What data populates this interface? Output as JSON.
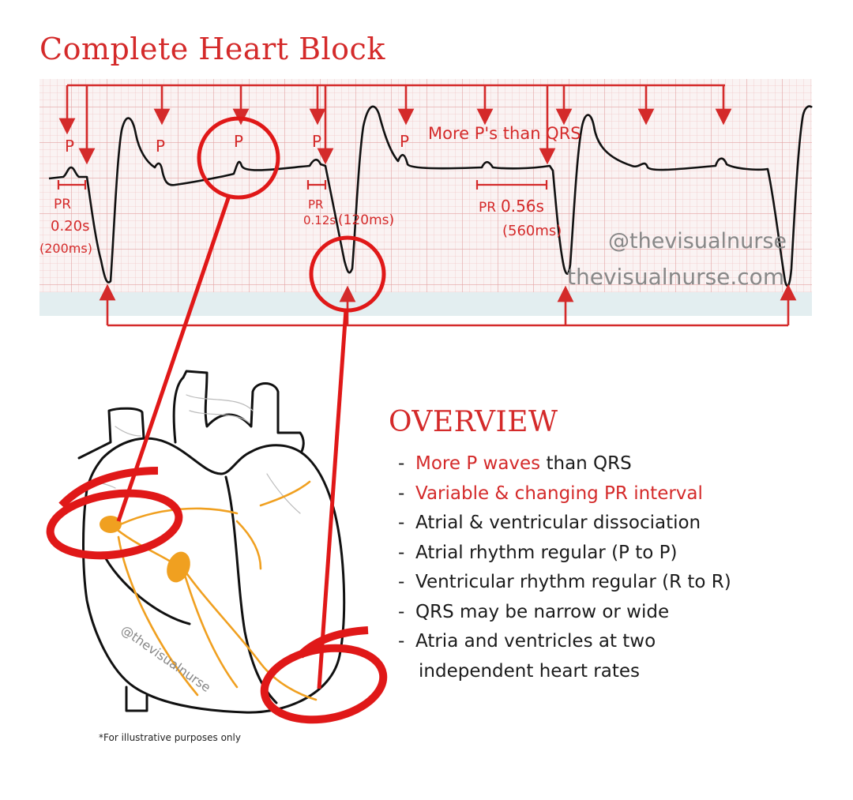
{
  "title": "Complete Heart Block",
  "ecg": {
    "p_labels": [
      "P",
      "P",
      "P",
      "P",
      "P"
    ],
    "more_p_label": "More P's than QRS",
    "pr_intervals": [
      {
        "label": "PR",
        "seconds": "0.20s",
        "ms": "(200ms)"
      },
      {
        "label": "PR",
        "seconds": "0.12s",
        "ms": "(120ms)"
      },
      {
        "label": "PR",
        "seconds": "0.56s",
        "ms": "(560ms)"
      }
    ],
    "watermark_handle": "@thevisualnurse",
    "watermark_url": "thevisualnurse.com"
  },
  "heart": {
    "watermark": "@thevisualnurse",
    "footnote": "*For illustrative purposes only"
  },
  "overview": {
    "heading": "OVERVIEW",
    "items": [
      {
        "highlight": "More P waves",
        "rest": " than QRS"
      },
      {
        "highlight": "Variable & changing PR interval",
        "rest": ""
      },
      {
        "highlight": "",
        "rest": "Atrial & ventricular dissociation"
      },
      {
        "highlight": "",
        "rest": "Atrial rhythm regular (P to P)"
      },
      {
        "highlight": "",
        "rest": "Ventricular rhythm regular (R to R)"
      },
      {
        "highlight": "",
        "rest": "QRS may be narrow or wide"
      },
      {
        "highlight": "",
        "rest": "Atria and ventricles at two"
      },
      {
        "highlight": "",
        "rest": "independent heart rates"
      }
    ]
  },
  "colors": {
    "accent": "#d42a2a",
    "conduction": "#f0a020",
    "grid_minor": "#f2c9c9",
    "grid_major": "#e59a9a"
  }
}
